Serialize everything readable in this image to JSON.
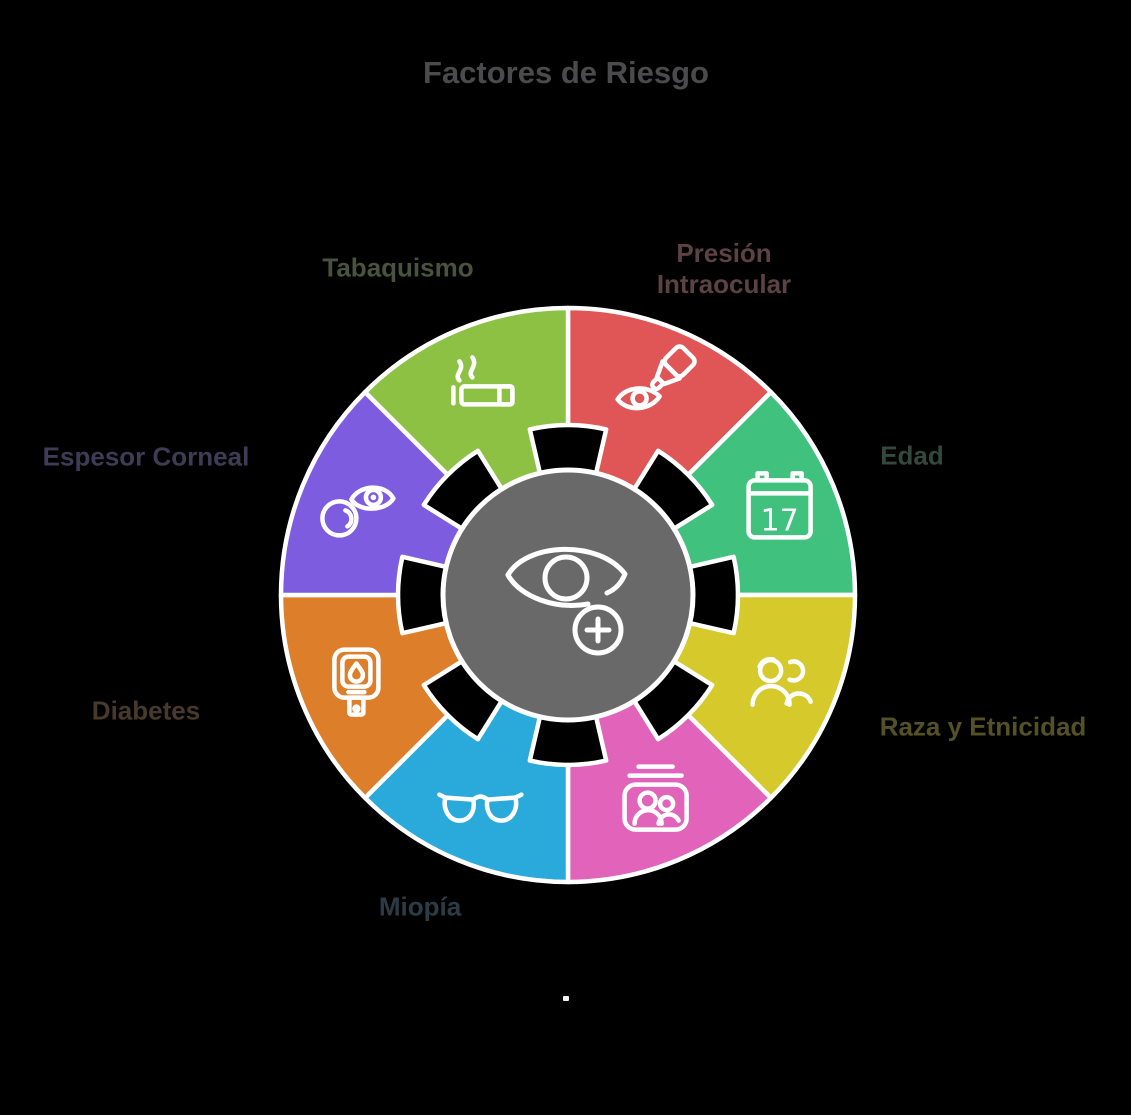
{
  "title": {
    "text": "Factores de Riesgo",
    "color": "#4b4b4d"
  },
  "background_color": "#000000",
  "wheel": {
    "stroke_color": "#ffffff",
    "center": {
      "icon": "eye-plus-icon",
      "color": "#6a696a"
    },
    "calendar_day": "17",
    "segments": [
      {
        "name": "presion-intraocular",
        "label": "Presión Intraocular",
        "icon": "eye-drops-icon",
        "color": "#e05656",
        "label_color": "#5d4243",
        "start_angle": 0,
        "end_angle": 45
      },
      {
        "name": "edad",
        "label": "Edad",
        "icon": "calendar-icon",
        "color": "#41c17e",
        "label_color": "#33493e",
        "start_angle": 45,
        "end_angle": 90
      },
      {
        "name": "raza-y-etnicidad",
        "label": "Raza y Etnicidad",
        "icon": "people-icon",
        "color": "#d6c92b",
        "label_color": "#545127",
        "start_angle": 90,
        "end_angle": 135
      },
      {
        "name": "unlabeled-pink",
        "label": "",
        "icon": "id-badge-icon",
        "color": "#e163ba",
        "label_color": "",
        "start_angle": 135,
        "end_angle": 180
      },
      {
        "name": "miopia",
        "label": "Miopía",
        "icon": "glasses-icon",
        "color": "#2aa9db",
        "label_color": "#2c3c46",
        "start_angle": 180,
        "end_angle": 225
      },
      {
        "name": "diabetes",
        "label": "Diabetes",
        "icon": "glucometer-icon",
        "color": "#dd7e2b",
        "label_color": "#473a2c",
        "start_angle": 225,
        "end_angle": 270
      },
      {
        "name": "espesor-corneal",
        "label": "Espesor Corneal",
        "icon": "contact-lens-eye-icon",
        "color": "#7d5ce0",
        "label_color": "#3e3b55",
        "start_angle": 270,
        "end_angle": 315
      },
      {
        "name": "tabaquismo",
        "label": "Tabaquismo",
        "icon": "cigarette-icon",
        "color": "#8cc144",
        "label_color": "#49523c",
        "start_angle": 315,
        "end_angle": 360
      }
    ]
  },
  "stray_mark": "."
}
